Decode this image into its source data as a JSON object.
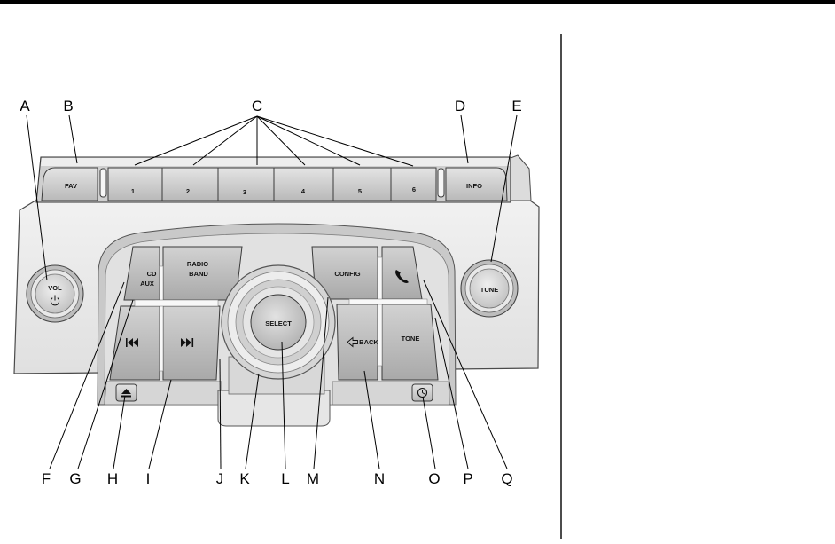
{
  "callouts": {
    "top": [
      "A",
      "B",
      "C",
      "D",
      "E"
    ],
    "bottom": [
      "F",
      "G",
      "H",
      "I",
      "J",
      "K",
      "L",
      "M",
      "N",
      "O",
      "P",
      "Q"
    ]
  },
  "presets": {
    "fav": "FAV",
    "numbers": [
      "1",
      "2",
      "3",
      "4",
      "5",
      "6"
    ],
    "info": "INFO"
  },
  "knobs": {
    "vol": "VOL",
    "tune": "TUNE",
    "select": "SELECT"
  },
  "left_cluster": {
    "cd": "CD",
    "aux": "AUX",
    "radio": "RADIO",
    "band": "BAND"
  },
  "right_cluster": {
    "config": "CONFIG",
    "back": "BACK",
    "tone": "TONE"
  },
  "icons": {
    "vol": "power-icon",
    "prev": "skip-back-icon",
    "next": "skip-forward-icon",
    "phone": "phone-icon",
    "back": "back-arrow-icon",
    "eject": "eject-icon",
    "clock": "clock-icon"
  },
  "colors": {
    "ink": "#000000",
    "panel": "#e8e8e8",
    "preset_button": "#cfcfcf",
    "cluster_button": "#bdbdbd",
    "recess": "#d2d2d2"
  }
}
